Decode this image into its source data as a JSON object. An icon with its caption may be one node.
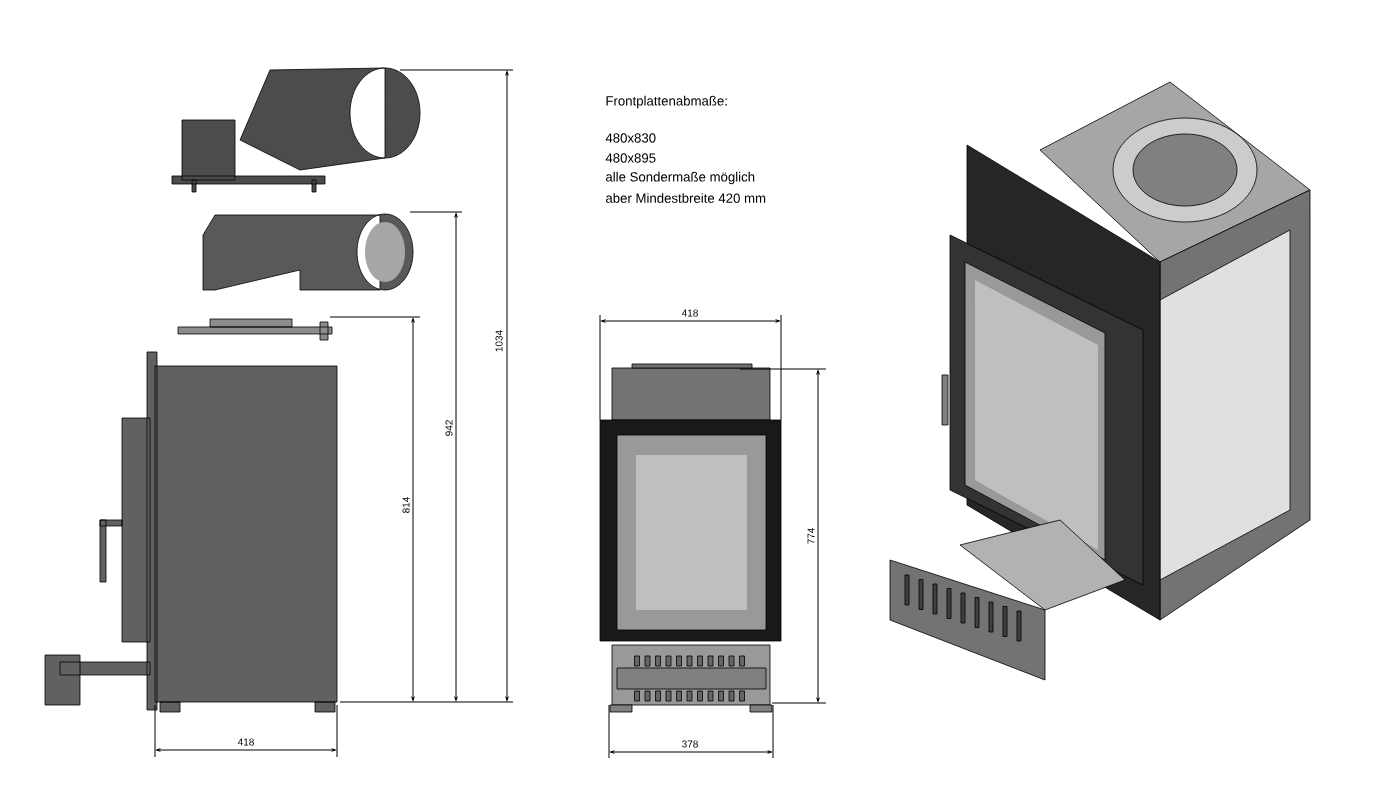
{
  "diagram": {
    "labels": [
      "Frontplattenabmaße:",
      "480x830",
      "480x895",
      "alle Sondermaße möglich",
      "aber Mindestbreite 420 mm",
      "1034",
      "942",
      "814",
      "418",
      "418",
      "774",
      "378"
    ]
  }
}
